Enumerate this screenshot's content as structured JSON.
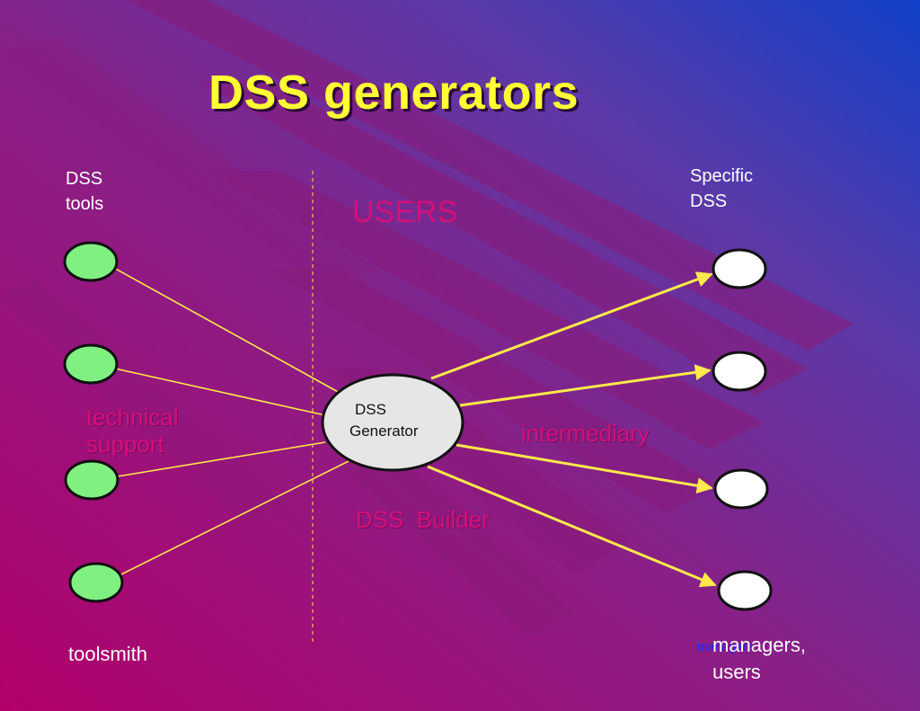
{
  "slide": {
    "title": "DSS generators",
    "background_colors": {
      "top_right": "#1140c8",
      "bottom_left": "#b2006a",
      "stripe": "#8a1a7a"
    },
    "colors": {
      "title": "#ffff33",
      "tool_node_fill": "#80f080",
      "dss_node_fill": "#ffffff",
      "generator_fill": "#e6e6e6",
      "connector": "#ffe94a",
      "divider": "#e0a060",
      "role_text": "#d4107a"
    }
  },
  "labels": {
    "dss_tools_line1": "DSS",
    "dss_tools_line2": "tools",
    "specific_dss_line1": "Specific",
    "specific_dss_line2": "DSS",
    "users": "USERS",
    "technical_line1": "technical",
    "technical_line2": "support",
    "intermediary": "intermediary",
    "dss_builder": "DSS  Builder",
    "toolsmith": "toolsmith",
    "managers_line1": "managers,",
    "managers_line2": "users",
    "managers_overlap": "managers"
  },
  "generator": {
    "line1": "DSS",
    "line2": "Generator"
  },
  "diagram": {
    "tool_nodes": [
      "dss-tool-1",
      "dss-tool-2",
      "dss-tool-3",
      "dss-tool-4"
    ],
    "specific_dss_nodes": [
      "specific-dss-1",
      "specific-dss-2",
      "specific-dss-3",
      "specific-dss-4"
    ],
    "connections_in": 4,
    "connections_out": 4
  }
}
